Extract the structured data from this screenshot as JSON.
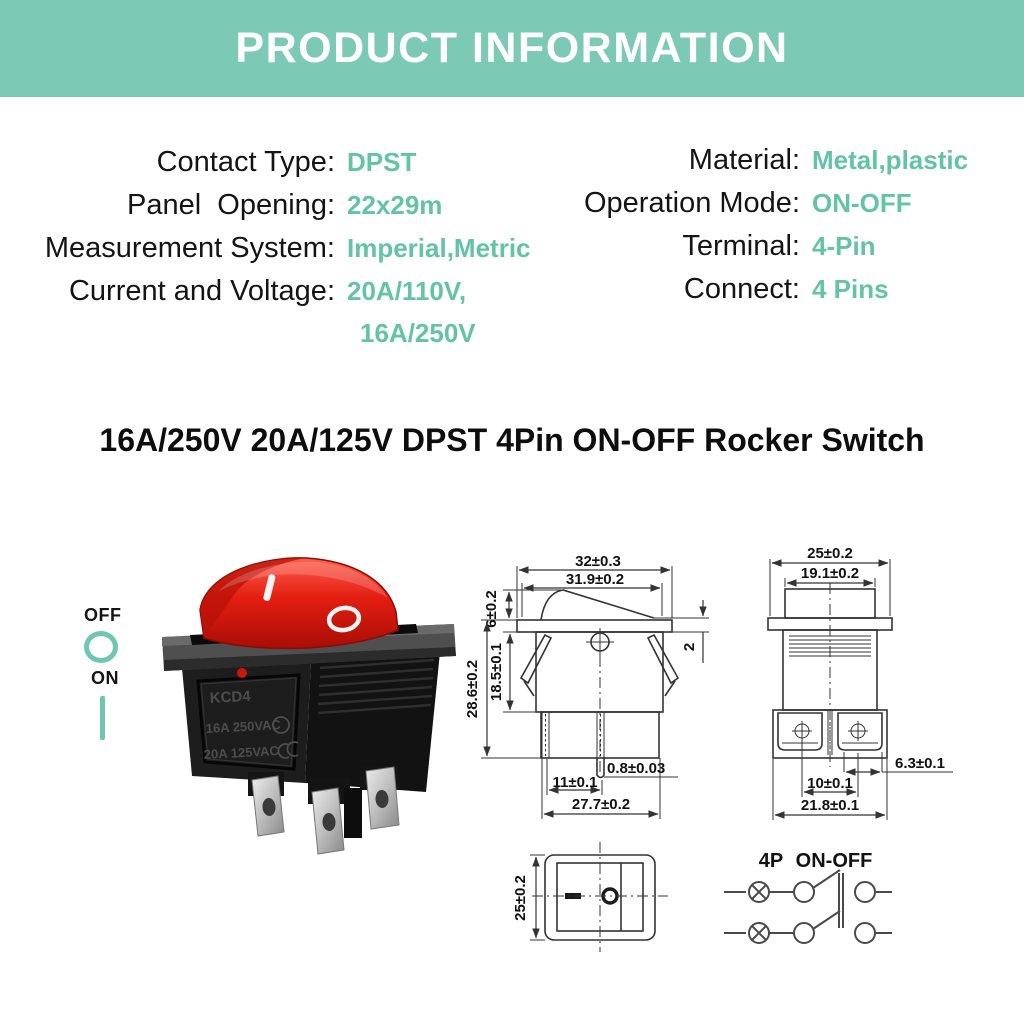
{
  "banner": {
    "title": "PRODUCT INFORMATION"
  },
  "specs": {
    "left": [
      {
        "label": "Contact Type:",
        "value": "DPST"
      },
      {
        "label": "Panel  Opening:",
        "value": "22x29m"
      },
      {
        "label": "Measurement System:",
        "value": "Imperial,Metric"
      },
      {
        "label": "Current and Voltage:",
        "value": "20A/110V,",
        "value2": "16A/250V"
      }
    ],
    "right": [
      {
        "label": "Material:",
        "value": "Metal,plastic"
      },
      {
        "label": "Operation Mode:",
        "value": "ON-OFF"
      },
      {
        "label": "Terminal:",
        "value": "4-Pin"
      },
      {
        "label": "Connect:",
        "value": "4 Pins"
      }
    ]
  },
  "product_title": "16A/250V 20A/125V DPST 4Pin ON-OFF Rocker Switch",
  "legend": {
    "off_label": "OFF",
    "on_label": "ON"
  },
  "photo": {
    "model": "KCD4",
    "rating_line1": "16A 250VAC",
    "rating_line2": "20A 125VAC",
    "rocker_on_symbol": "I"
  },
  "side_view": {
    "dim_width_outer": "32±0.3",
    "dim_width_inner": "31.9±0.2",
    "dim_rocker_height": "6±0.2",
    "dim_body_height": "18.5±0.1",
    "dim_total_height": "28.6±0.2",
    "dim_flange_offset": "2",
    "dim_pin_thickness": "0.8±0.03",
    "dim_pin_spacing": "11±0.1",
    "dim_body_width": "27.7±0.2"
  },
  "end_view": {
    "dim_width_outer": "25±0.2",
    "dim_width_inner": "19.1±0.2",
    "dim_pin_width": "6.3±0.1",
    "dim_pin_spacing": "10±0.1",
    "dim_body_width": "21.8±0.1"
  },
  "top_view": {
    "dim_height": "25±0.2"
  },
  "wiring": {
    "title_poles": "4P",
    "title_mode": "ON-OFF"
  },
  "colors": {
    "banner_bg": "#7CC9B5",
    "value_text": "#63C3A7",
    "legend_teal": "#6EC7AE",
    "rocker_red": "#E02317"
  }
}
